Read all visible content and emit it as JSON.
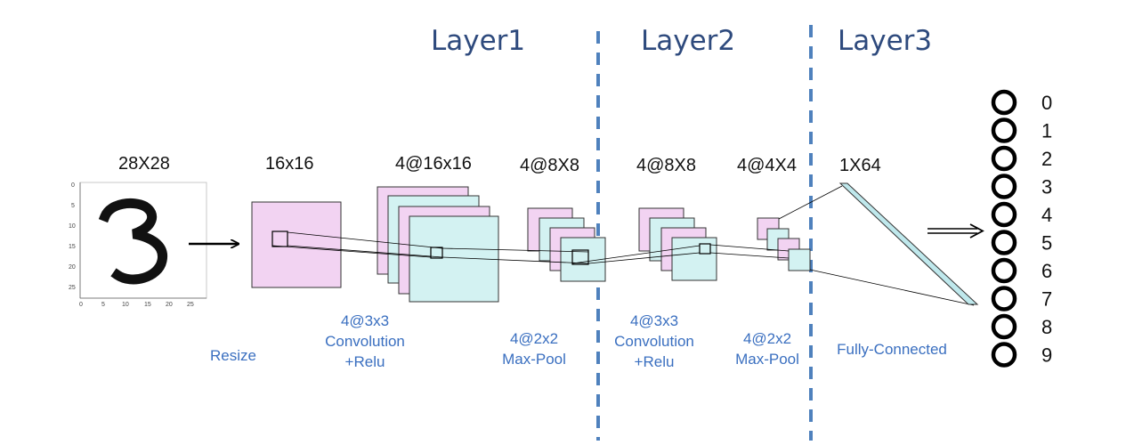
{
  "layers": [
    "Layer1",
    "Layer2",
    "Layer3"
  ],
  "stages": {
    "input": "28X28",
    "resized": "16x16",
    "conv1": "4@16x16",
    "pool1": "4@8X8",
    "conv2": "4@8X8",
    "pool2": "4@4X4",
    "flat": "1X64"
  },
  "operations": {
    "resize": "Resize",
    "conv1": [
      "4@3x3",
      "Convolution",
      "+Relu"
    ],
    "pool1": [
      "4@2x2",
      "Max-Pool"
    ],
    "conv2": [
      "4@3x3",
      "Convolution",
      "+Relu"
    ],
    "pool2": [
      "4@2x2",
      "Max-Pool"
    ],
    "fc": "Fully-Connected"
  },
  "input_image_axis": {
    "y_ticks": [
      "0",
      "5",
      "10",
      "15",
      "20",
      "25"
    ],
    "x_ticks": [
      "0",
      "5",
      "10",
      "15",
      "20",
      "25"
    ]
  },
  "outputs": [
    "0",
    "1",
    "2",
    "3",
    "4",
    "5",
    "6",
    "7",
    "8",
    "9"
  ],
  "colors": {
    "pink": "#f2d3f2",
    "cyan": "#d3f2f2",
    "cyan_bar": "#bfe8ec",
    "divider": "#4f81bd",
    "title": "#2e4a7d",
    "op_text": "#3a6fc0"
  }
}
